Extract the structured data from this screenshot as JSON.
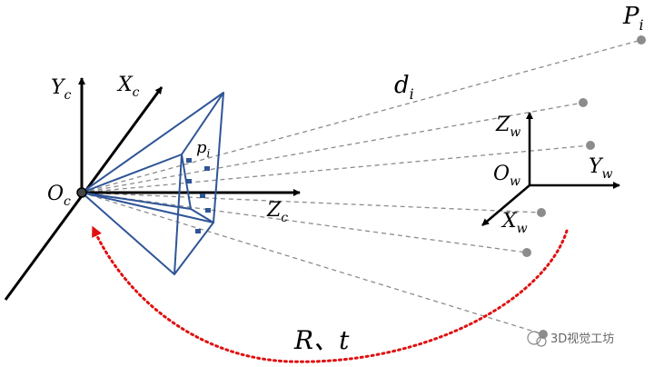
{
  "labels": {
    "Yc_main": "Y",
    "Yc_sub": "c",
    "Xc_main": "X",
    "Xc_sub": "c",
    "Oc_main": "O",
    "Oc_sub": "c",
    "Zc_main": "Z",
    "Zc_sub": "c",
    "pi_main": "p",
    "pi_sub": "i",
    "di_main": "d",
    "di_sub": "i",
    "Pi_main": "P",
    "Pi_sub": "i",
    "Zw_main": "Z",
    "Zw_sub": "w",
    "Yw_main": "Y",
    "Yw_sub": "w",
    "Ow_main": "O",
    "Ow_sub": "w",
    "Xw_main": "X",
    "Xw_sub": "w",
    "Rt": "R、t"
  },
  "watermark": "3D视觉工坊",
  "colors": {
    "axis": "#000000",
    "frustum": "#2f5597",
    "ray": "#8c8c8c",
    "point": "#8c8c8c",
    "arc": "#e01010"
  }
}
